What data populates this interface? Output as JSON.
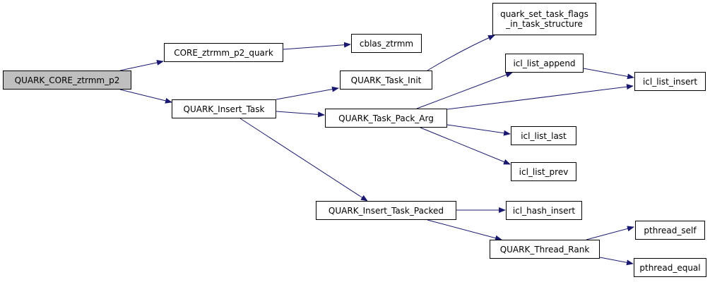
{
  "graph": {
    "colors": {
      "edge": "#191970",
      "root_fill": "#bfbfbf",
      "node_fill": "#ffffff",
      "border": "#000000"
    },
    "nodes": {
      "quark_core_ztrmm_p2": "QUARK_CORE_ztrmm_p2",
      "core_ztrmm_p2_quark": "CORE_ztrmm_p2_quark",
      "cblas_ztrmm": "cblas_ztrmm",
      "quark_set_task_flags": "quark_set_task_flags\n_in_task_structure",
      "quark_insert_task": "QUARK_Insert_Task",
      "quark_task_init": "QUARK_Task_Init",
      "icl_list_append": "icl_list_append",
      "icl_list_insert": "icl_list_insert",
      "quark_task_pack_arg": "QUARK_Task_Pack_Arg",
      "icl_list_last": "icl_list_last",
      "icl_list_prev": "icl_list_prev",
      "quark_insert_task_packed": "QUARK_Insert_Task_Packed",
      "icl_hash_insert": "icl_hash_insert",
      "quark_thread_rank": "QUARK_Thread_Rank",
      "pthread_self": "pthread_self",
      "pthread_equal": "pthread_equal"
    },
    "edges": [
      [
        "quark_core_ztrmm_p2",
        "core_ztrmm_p2_quark"
      ],
      [
        "quark_core_ztrmm_p2",
        "quark_insert_task"
      ],
      [
        "core_ztrmm_p2_quark",
        "cblas_ztrmm"
      ],
      [
        "quark_insert_task",
        "quark_task_init"
      ],
      [
        "quark_insert_task",
        "quark_task_pack_arg"
      ],
      [
        "quark_insert_task",
        "quark_insert_task_packed"
      ],
      [
        "quark_task_init",
        "quark_set_task_flags"
      ],
      [
        "quark_task_pack_arg",
        "icl_list_append"
      ],
      [
        "quark_task_pack_arg",
        "icl_list_insert"
      ],
      [
        "quark_task_pack_arg",
        "icl_list_last"
      ],
      [
        "quark_task_pack_arg",
        "icl_list_prev"
      ],
      [
        "icl_list_append",
        "icl_list_insert"
      ],
      [
        "quark_insert_task_packed",
        "icl_hash_insert"
      ],
      [
        "quark_insert_task_packed",
        "quark_thread_rank"
      ],
      [
        "quark_thread_rank",
        "pthread_self"
      ],
      [
        "quark_thread_rank",
        "pthread_equal"
      ]
    ]
  }
}
